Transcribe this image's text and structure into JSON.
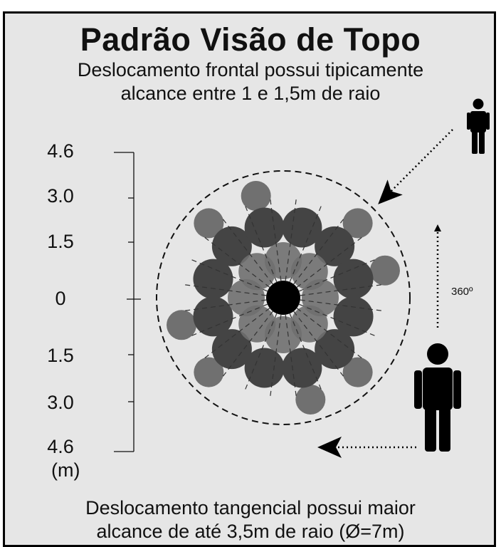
{
  "title": "Padrão Visão de Topo",
  "subtitle_lines": [
    "Deslocamento frontal possui tipicamente",
    "alcance entre 1 e 1,5m de raio"
  ],
  "scale": {
    "ticks": [
      "4.6",
      "3.0",
      "1.5",
      "0",
      "1.5",
      "3.0",
      "4.6"
    ],
    "unit": "(m)"
  },
  "rotation_label": "360º",
  "footer_lines": [
    "Deslocamento tangencial possui maior",
    "alcance de até 3,5m de raio (Ø=7m)"
  ],
  "colors": {
    "background": "#e6e6e6",
    "inner_ring": "#6f6f6f",
    "middle_ring": "#444444",
    "outer_ring": "#707070",
    "center": "#000000"
  },
  "icons": [
    "person-small-icon",
    "person-large-icon",
    "arrow-icon"
  ]
}
